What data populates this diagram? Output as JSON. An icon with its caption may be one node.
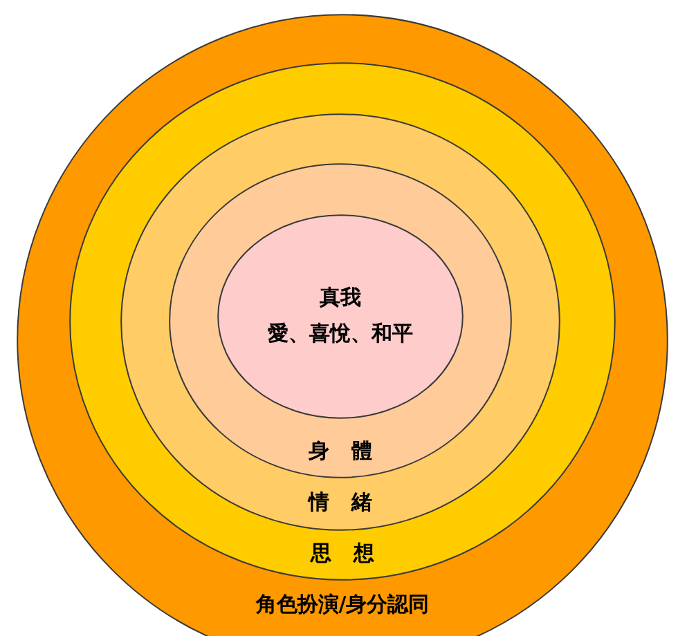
{
  "diagram": {
    "nodes": [
      {
        "text": [
          "角色扮演/身分認同"
        ]
      },
      {
        "text": [
          "思 想"
        ],
        "in": 0
      },
      {
        "text": [
          "情 緒"
        ],
        "in": 1
      },
      {
        "text": [
          "身 體"
        ],
        "in": 2
      },
      {
        "text": [
          "真我",
          "愛、喜悅、和平"
        ],
        "in": 3
      }
    ]
  }
}
